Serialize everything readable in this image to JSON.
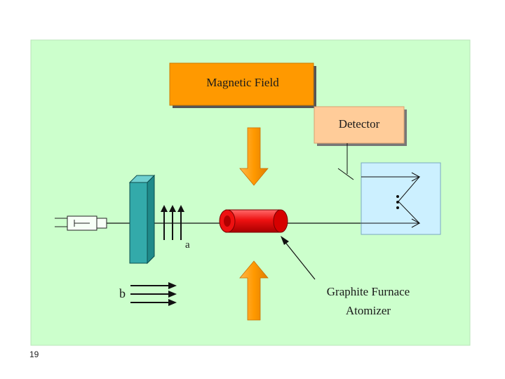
{
  "diagram": {
    "magnetic_field_label": "Magnetic Field",
    "detector_label": "Detector",
    "label_a": "a",
    "label_b": "b",
    "furnace_label_line1": "Graphite Furnace",
    "furnace_label_line2": "Atomizer"
  },
  "page_number": "19",
  "colors": {
    "panel_background": "#ccffcc",
    "magnetic_field_box": "#ff9900",
    "detector_box": "#ffcc99",
    "arrows": "#ff9900",
    "polarizer": "#33aaaa",
    "furnace_tube": "#ee1111",
    "monochromator_box": "#ccf0ff"
  }
}
